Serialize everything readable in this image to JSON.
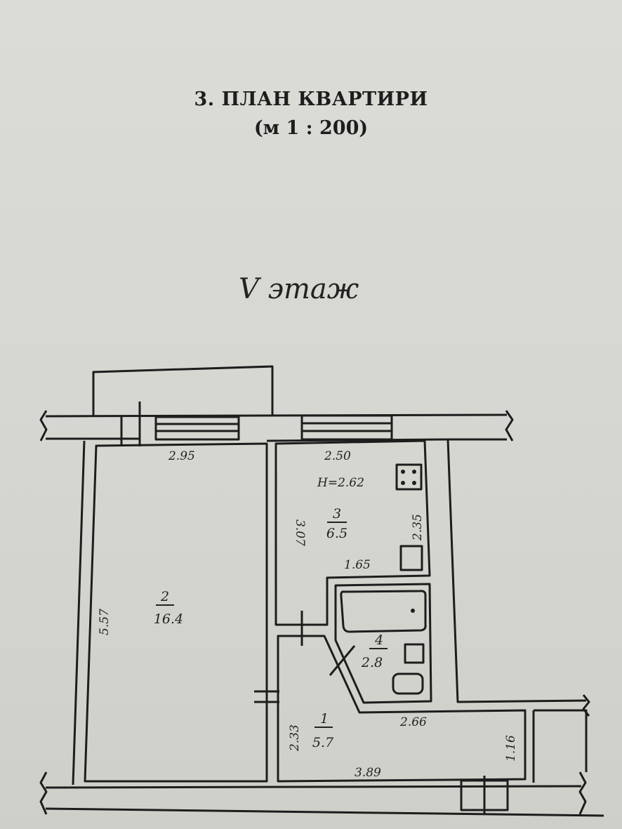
{
  "header": {
    "title": "3. ПЛАН КВАРТИРИ",
    "scale": "(м 1 : 200)"
  },
  "floor_label": "V этаж",
  "rooms": [
    {
      "number": "1",
      "area": "5.7"
    },
    {
      "number": "2",
      "area": "16.4"
    },
    {
      "number": "3",
      "area": "6.5"
    },
    {
      "number": "4",
      "area": "2.8"
    }
  ],
  "dimensions": {
    "room2_width": "2.95",
    "room2_length": "5.57",
    "room3_width": "2.50",
    "room3_length": "3.07",
    "room3_right": "2.35",
    "room3_bottom": "1.65",
    "ceiling_height": "H=2.62",
    "hall_left": "2.33",
    "hall_top": "2.66",
    "hall_bottom": "3.89",
    "hall_right": "1.16"
  },
  "colors": {
    "paper": "#d9d9d4",
    "ink": "#1d1d1d"
  }
}
